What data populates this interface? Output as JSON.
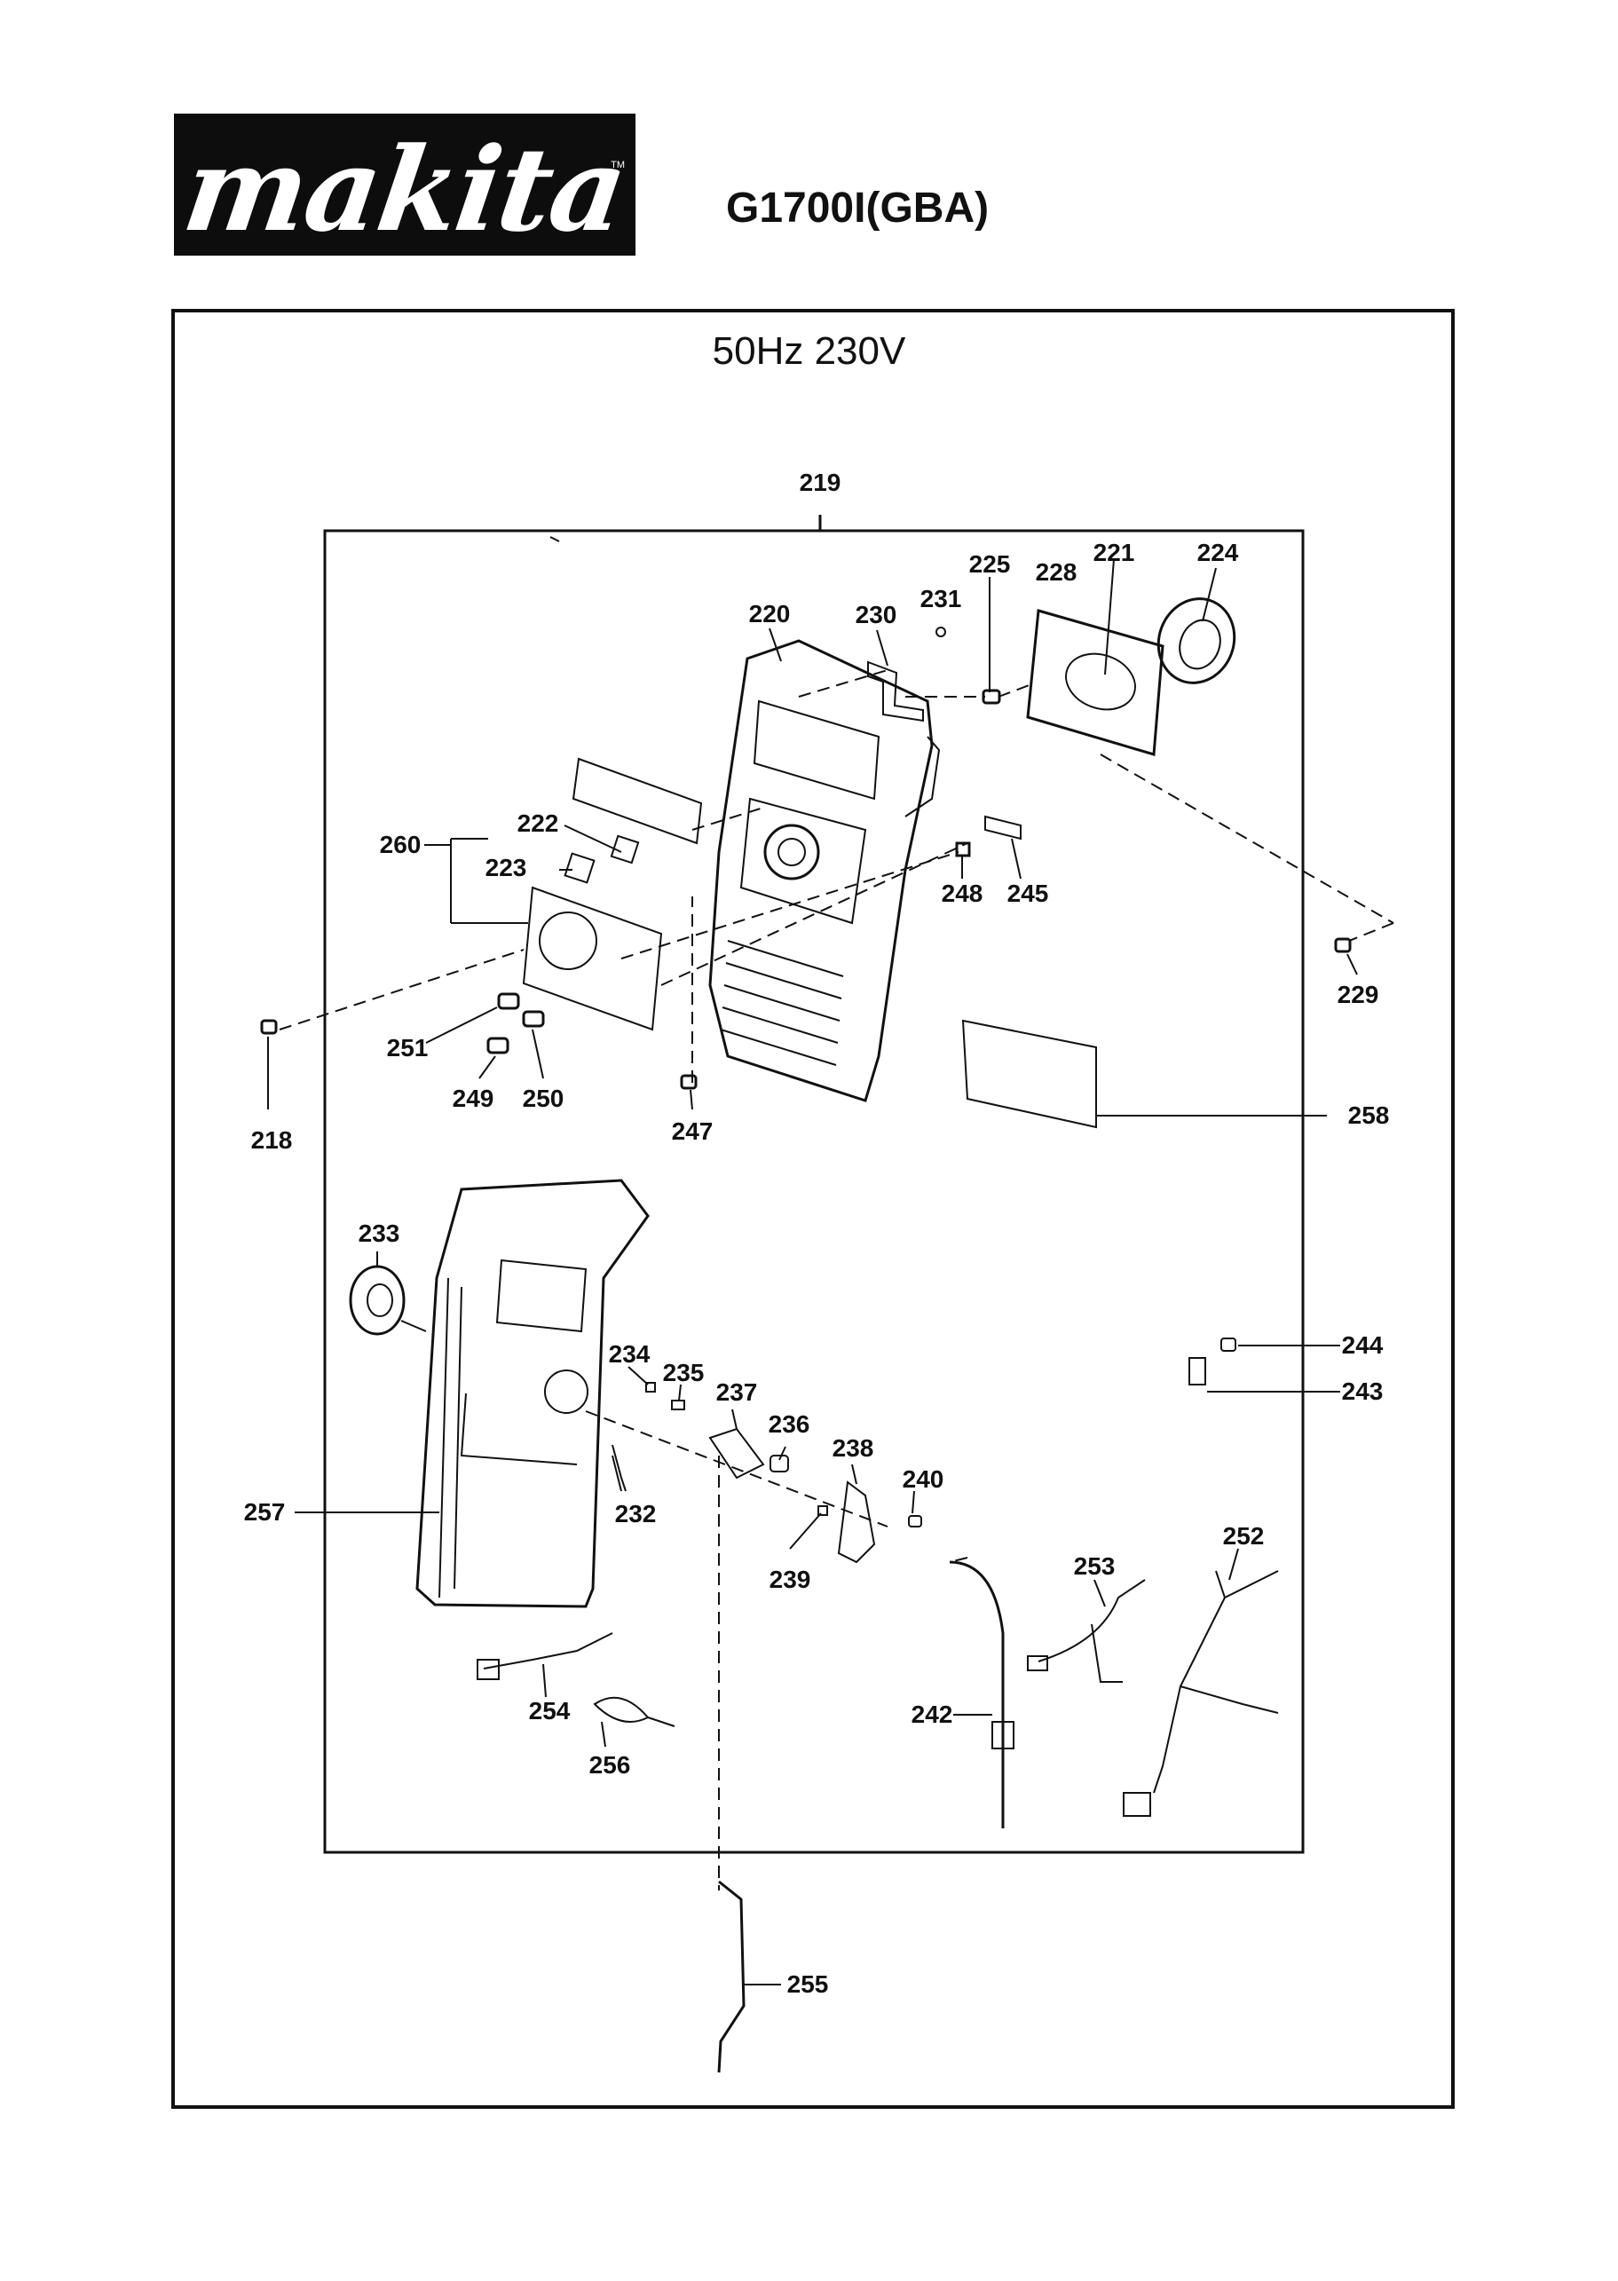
{
  "header": {
    "brand_logo": "makita",
    "trademark": "TM",
    "model": "G1700I(GBA)"
  },
  "diagram": {
    "spec": "50Hz 230V",
    "part_labels": [
      "219",
      "220",
      "230",
      "231",
      "225",
      "228",
      "221",
      "224",
      "260",
      "222",
      "223",
      "248",
      "245",
      "229",
      "251",
      "249",
      "250",
      "218",
      "247",
      "258",
      "233",
      "234",
      "235",
      "237",
      "236",
      "238",
      "240",
      "244",
      "243",
      "257",
      "232",
      "239",
      "252",
      "253",
      "254",
      "256",
      "242",
      "255"
    ]
  }
}
